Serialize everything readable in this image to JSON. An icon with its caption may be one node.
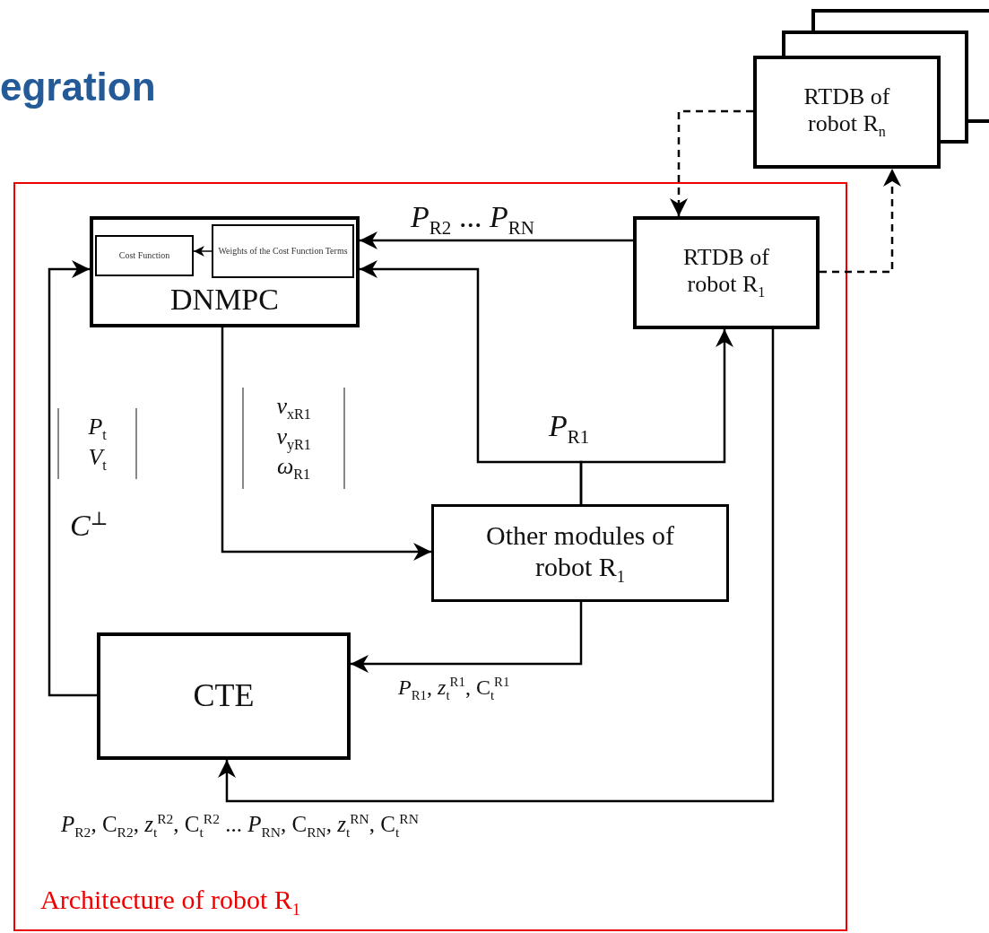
{
  "diagram": {
    "title": "egration",
    "nodes": [
      {
        "text": [
          "Architecture of robot R$_{1}$"
        ]
      },
      {
        "text": [
          "DNMPC"
        ],
        "in": 0
      },
      {
        "text": [
          "Cost Function"
        ],
        "in": 1
      },
      {
        "text": [
          "Weights of the Cost Function Terms"
        ],
        "in": 1
      },
      {
        "text": [
          "RTDB of robot R$_{1}$"
        ],
        "in": 0
      },
      {
        "text": [
          "Other modules of robot R$_{1}$"
        ],
        "in": 0
      },
      {
        "text": [
          "CTE"
        ],
        "in": 0
      },
      {
        "text": [
          "RTDB of robot R$_{n}$"
        ]
      }
    ],
    "edges": [
      {
        "from": 4,
        "to": 1,
        "arrow": "to",
        "label": "*P*$_{R2}$ ... *P*$_{RN}$"
      },
      {
        "from": 5,
        "to": 1,
        "arrow": "to",
        "label": "*P*$_{R1}$"
      },
      {
        "from": 5,
        "to": 4,
        "arrow": "to"
      },
      {
        "from": 1,
        "to": 5,
        "arrow": "to",
        "label": "*v*$_{xR1}$ *v*$_{yR1}$ *ω*$_{R1}$"
      },
      {
        "from": 5,
        "to": 6,
        "arrow": "to",
        "label": "*P*$_{R1}$, *z*$_{t}$$^{R1}$, C$_{t}$$^{R1}$"
      },
      {
        "from": 4,
        "to": 6,
        "arrow": "to",
        "label": "*P*$_{R2}$, C$_{R2}$, *z*$_{t}$$^{R2}$, C$_{t}$$^{R2}$ ... *P*$_{RN}$, C$_{RN}$, *z*$_{t}$$^{RN}$, C$_{t}$$^{RN}$"
      },
      {
        "from": 6,
        "to": 1,
        "arrow": "to",
        "label": "*P*$_{t}$ *V*$_{t}$"
      },
      {
        "from": 7,
        "to": 4,
        "arrow": "to",
        "style": "dashed"
      },
      {
        "from": 4,
        "to": 7,
        "arrow": "to",
        "style": "dashed"
      },
      {
        "from": 3,
        "to": 2,
        "arrow": "to"
      }
    ],
    "labels": [
      "*C*$^{⊥}$"
    ]
  }
}
